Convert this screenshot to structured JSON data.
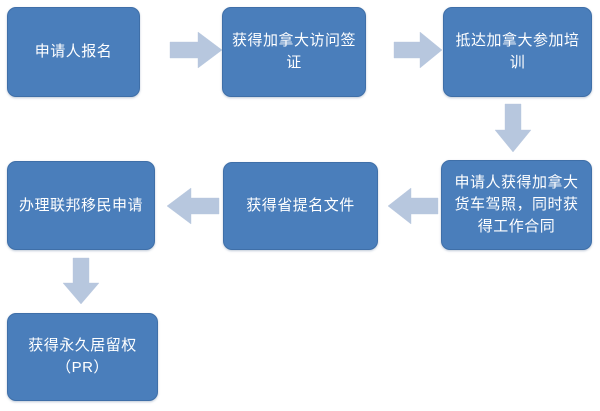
{
  "diagram": {
    "type": "flowchart",
    "title": "",
    "colors": {
      "node_fill": "#4a7ebb",
      "node_border": "#3f6fa8",
      "node_text": "#ffffff",
      "arrow_fill": "#b7c7de",
      "background": "#ffffff"
    },
    "nodes": [
      {
        "id": "n1",
        "label": "申请人报名"
      },
      {
        "id": "n2",
        "label": "获得加拿大访问签证"
      },
      {
        "id": "n3",
        "label": "抵达加拿大参加培训"
      },
      {
        "id": "n4",
        "label": "申请人获得加拿大货车驾照，同时获得工作合同"
      },
      {
        "id": "n5",
        "label": "获得省提名文件"
      },
      {
        "id": "n6",
        "label": "办理联邦移民申请"
      },
      {
        "id": "n7",
        "label": "获得永久居留权（PR）"
      }
    ],
    "arrows": [
      {
        "id": "a1",
        "from": "n1",
        "to": "n2",
        "direction": "right"
      },
      {
        "id": "a2",
        "from": "n2",
        "to": "n3",
        "direction": "right"
      },
      {
        "id": "a3",
        "from": "n3",
        "to": "n4",
        "direction": "down"
      },
      {
        "id": "a4",
        "from": "n4",
        "to": "n5",
        "direction": "left"
      },
      {
        "id": "a5",
        "from": "n5",
        "to": "n6",
        "direction": "left"
      },
      {
        "id": "a6",
        "from": "n6",
        "to": "n7",
        "direction": "down"
      }
    ]
  }
}
